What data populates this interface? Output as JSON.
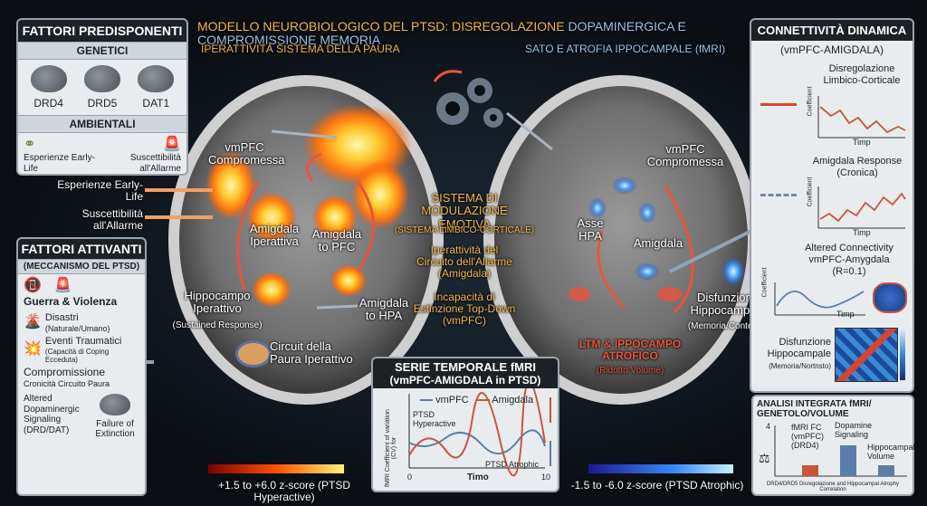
{
  "title": {
    "part1": "MODELLO NEUROBIOLOGICO DEL PTSD: DISREGOLAZIONE",
    "part2": "DOPAMINERGICA E COMPROMISSIONE MEMORIA",
    "sub_left": "IPERATTIVITÀ SISTEMA DELLA PAURA",
    "sub_right": "SATO E ATROFIA IPPOCAMPALE (fMRI)"
  },
  "fattori_predisponenti": {
    "header": "FATTORI PREDISPONENTI",
    "genetici": "GENETICI",
    "genes": [
      "DRD4",
      "DRD5",
      "DAT1"
    ],
    "ambientali": "AMBIENTALI",
    "env_left": "Esperienze Early-Life",
    "env_right": "Suscettibilità all'Allarme"
  },
  "side_inputs": {
    "early": "Esperienze Early-Life",
    "susc": "Suscettibilità all'Allarme"
  },
  "fattori_attivanti": {
    "header": "FATTORI ATTIVANTI",
    "sub": "(MECCANISMO DEL PTSD)",
    "guerra": "Guerra & Violenza",
    "disastri": "Disastri",
    "disastri_sub": "(Naturale/Umano)",
    "eventi": "Eventi Traumatici",
    "eventi_sub": "(Capacità di Coping Ecceduta)",
    "compr": "Compromissione",
    "compr_sub": "Cronicità Circuito Paura",
    "altered": "Altered Dopaminergic Signaling (DRD/DAT)",
    "failure": "Failure of Extinction"
  },
  "left_brain": {
    "vmpfc": "vmPFC Compromessa",
    "amigdala": "Amigdala Iperattiva",
    "amig_pfc": "Amigdala to PFC",
    "ippo": "Hippocampo Iperattivo",
    "ippo_sub": "(Sustained Response)",
    "amig_hpa": "Amigdala to HPA",
    "circuit": "Circuit della Paura Iperattivo"
  },
  "center": {
    "sistema": "SISTEMA DI MODULAZIONE EMOTIVA",
    "sistema_sub": "(SISTEMA LIMBICO-CORTICALE)",
    "iper": "Iperattività del Circuito dell'Allarme (Amigdala)",
    "incap": "Incapacità di Estinzione Top-Down (vmPFC)"
  },
  "right_brain": {
    "vmpfc": "vmPFC Compromessa",
    "asse": "Asse HPA",
    "amigdala": "Amigdala",
    "disf": "Disfunzione Hippocampale",
    "disf_sub": "(Memoria/Contesto)",
    "ltm": "LTM & IPPOCAMPO ATROFICO",
    "ltm_sub": "(Ridotto Volume)"
  },
  "serie": {
    "header": "SERIE TEMPORALE fMRI",
    "sub": "(vmPFC-AMIGDALA in PTSD)",
    "legend_a": "vmPFC",
    "legend_b": "Amigdala",
    "ylabel": "fMRI Coefficient of variation (CV) for",
    "hyper": "PTSD Hyperactive",
    "atrophic": "PTSD Atrophic",
    "xlabel": "Timo",
    "x0": "0",
    "x10": "10"
  },
  "colorbars": {
    "left": "+1.5 to +6.0 z-score (PTSD Hyperactive)",
    "right": "-1.5 to -6.0 z-score (PTSD Atrophic)"
  },
  "connettivita": {
    "header": "CONNETTIVITÀ DINAMICA",
    "sub": "(vmPFC-AMIGDALA)",
    "d1": "Disregolazione Limbico-Corticale",
    "d2": "Amigdala Response (Cronica)",
    "d3": "Altered Connectivity vmPFC-Amygdala",
    "d3_r": "(R=0.1)",
    "coeff": "Coefficient",
    "timp": "Timp",
    "disf": "Disfunzione Hippocampale",
    "disf_sub": "(Memoria/Nortnsto)"
  },
  "analisi": {
    "header": "ANALISI INTEGRATA fMRI/ GENETOLO/VOLUME",
    "fc": "fMRI FC (vmPFC) (DRD4)",
    "dop": "Dopamine Signaling",
    "hip": "Hippocampal Volume",
    "foot": "DRD4/DRD5 Disregolazione and Hippocampal Atrophy Correlation",
    "y4": "4"
  },
  "colors": {
    "accent_orange": "#e8553b",
    "accent_blue": "#6fa0c8",
    "panel": "#e9ecef"
  }
}
